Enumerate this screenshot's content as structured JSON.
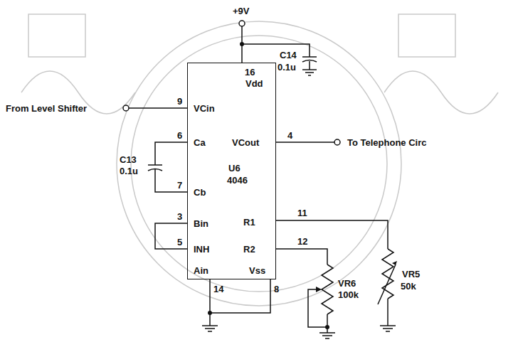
{
  "diagram": {
    "nodes": [
      {
        "text": [
          "U6",
          "4046"
        ]
      }
    ],
    "labels": [
      "+9V",
      "C14",
      "0.1u",
      "16",
      "Vdd",
      "From Level Shifter",
      "9",
      "VCin",
      "6",
      "Ca",
      "C13",
      "0.1u",
      "7",
      "Cb",
      "4",
      "VCout",
      "To Telephone Circ",
      "3",
      "Bin",
      "5",
      "INH",
      "Ain",
      "Vss",
      "14",
      "8",
      "R1",
      "11",
      "R2",
      "12",
      "VR6",
      "100k",
      "VR5",
      "50k"
    ]
  }
}
